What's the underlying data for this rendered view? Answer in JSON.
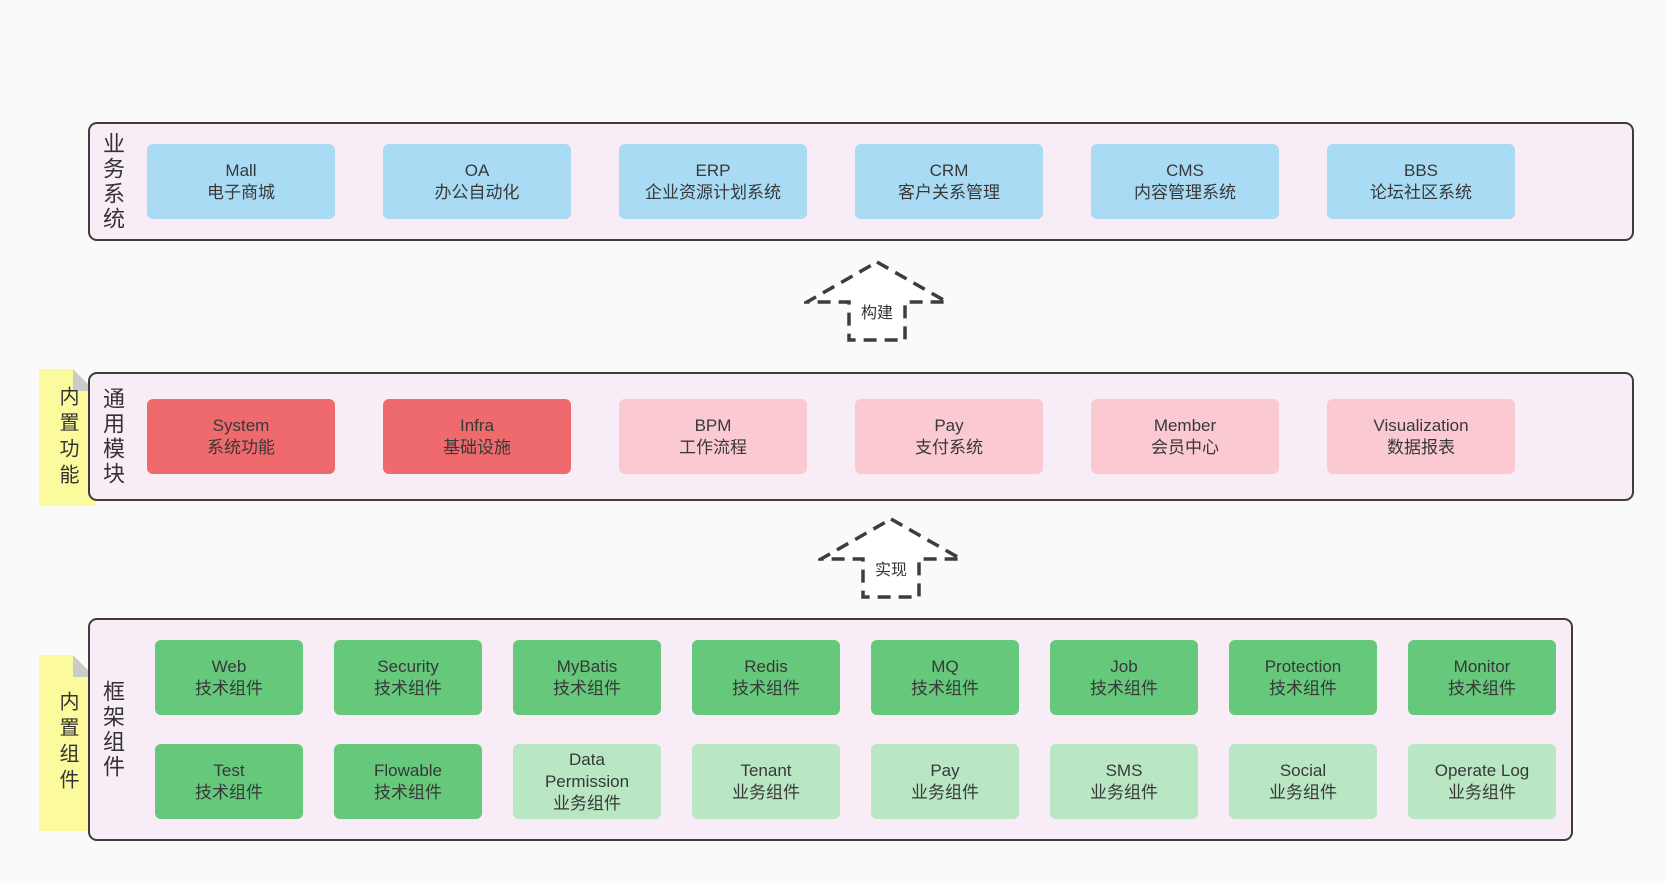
{
  "palette": {
    "page_bg": "#fafafa",
    "panel_bg": "#f8edf6",
    "panel_border": "#3d3d3d",
    "blue_box": "#a9dcf4",
    "red_box": "#ef6a6d",
    "pink_box": "#fbc9d2",
    "green_box": "#65c87b",
    "light_green_box": "#b9e6c3",
    "sticky_yellow": "#fbfb9d",
    "sticky_fold": "#cbcbcb",
    "text": "#383838"
  },
  "arrows": [
    {
      "label": "构建"
    },
    {
      "label": "实现"
    }
  ],
  "sections": {
    "business": {
      "label": "业务系统",
      "boxes": [
        {
          "title": "Mall",
          "subtitle": "电子商城"
        },
        {
          "title": "OA",
          "subtitle": "办公自动化"
        },
        {
          "title": "ERP",
          "subtitle": "企业资源计划系统"
        },
        {
          "title": "CRM",
          "subtitle": "客户关系管理"
        },
        {
          "title": "CMS",
          "subtitle": "内容管理系统"
        },
        {
          "title": "BBS",
          "subtitle": "论坛社区系统"
        }
      ]
    },
    "modules": {
      "label": "通用模块",
      "sticky": "内置功能",
      "boxes": [
        {
          "title": "System",
          "subtitle": "系统功能"
        },
        {
          "title": "Infra",
          "subtitle": "基础设施"
        },
        {
          "title": "BPM",
          "subtitle": "工作流程"
        },
        {
          "title": "Pay",
          "subtitle": "支付系统"
        },
        {
          "title": "Member",
          "subtitle": "会员中心"
        },
        {
          "title": "Visualization",
          "subtitle": "数据报表"
        }
      ]
    },
    "framework": {
      "label": "框架组件",
      "sticky": "内置组件",
      "row1": [
        {
          "title": "Web",
          "subtitle": "技术组件"
        },
        {
          "title": "Security",
          "subtitle": "技术组件"
        },
        {
          "title": "MyBatis",
          "subtitle": "技术组件"
        },
        {
          "title": "Redis",
          "subtitle": "技术组件"
        },
        {
          "title": "MQ",
          "subtitle": "技术组件"
        },
        {
          "title": "Job",
          "subtitle": "技术组件"
        },
        {
          "title": "Protection",
          "subtitle": "技术组件"
        },
        {
          "title": "Monitor",
          "subtitle": "技术组件"
        }
      ],
      "row2": [
        {
          "title": "Test",
          "subtitle": "技术组件"
        },
        {
          "title": "Flowable",
          "subtitle": "技术组件"
        },
        {
          "title": "Data Permission",
          "subtitle": "业务组件"
        },
        {
          "title": "Tenant",
          "subtitle": "业务组件"
        },
        {
          "title": "Pay",
          "subtitle": "业务组件"
        },
        {
          "title": "SMS",
          "subtitle": "业务组件"
        },
        {
          "title": "Social",
          "subtitle": "业务组件"
        },
        {
          "title": "Operate Log",
          "subtitle": "业务组件"
        }
      ]
    }
  }
}
